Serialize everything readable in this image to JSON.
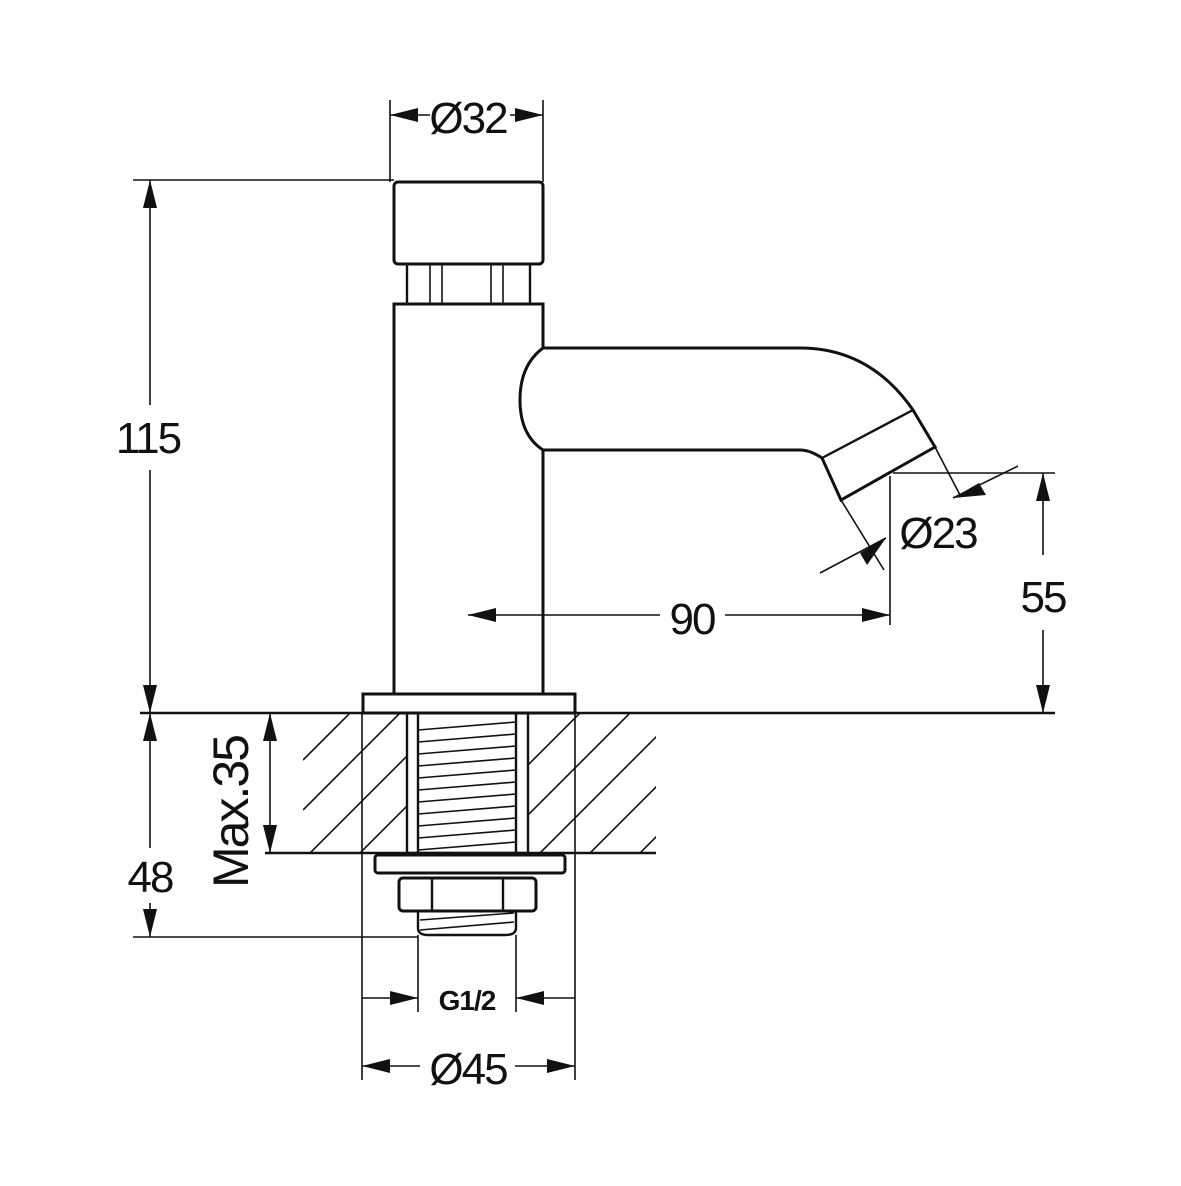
{
  "drawing": {
    "dimensions": {
      "button_diameter": "Ø32",
      "total_height": "115",
      "spout_height": "55",
      "spout_reach": "90",
      "outlet_diameter": "Ø23",
      "max_deck_thickness": "Max.35",
      "below_deck_length": "48",
      "thread": "G1/2",
      "base_diameter": "Ø45"
    }
  }
}
